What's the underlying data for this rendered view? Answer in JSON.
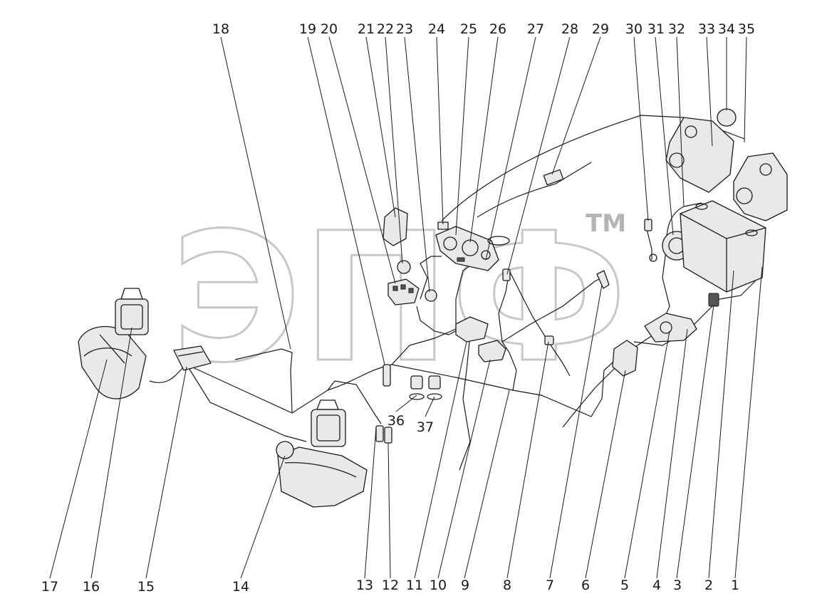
{
  "watermark": {
    "text": "ЭПФ",
    "trademark": "TM"
  },
  "callouts": [
    {
      "id": "1",
      "label": "1"
    },
    {
      "id": "2",
      "label": "2"
    },
    {
      "id": "3",
      "label": "3"
    },
    {
      "id": "4",
      "label": "4"
    },
    {
      "id": "5",
      "label": "5"
    },
    {
      "id": "6",
      "label": "6"
    },
    {
      "id": "7",
      "label": "7"
    },
    {
      "id": "8",
      "label": "8"
    },
    {
      "id": "9",
      "label": "9"
    },
    {
      "id": "10",
      "label": "10"
    },
    {
      "id": "11",
      "label": "11"
    },
    {
      "id": "12",
      "label": "12"
    },
    {
      "id": "13",
      "label": "13"
    },
    {
      "id": "14",
      "label": "14"
    },
    {
      "id": "15",
      "label": "15"
    },
    {
      "id": "16",
      "label": "16"
    },
    {
      "id": "17",
      "label": "17"
    },
    {
      "id": "18",
      "label": "18"
    },
    {
      "id": "19",
      "label": "19"
    },
    {
      "id": "20",
      "label": "20"
    },
    {
      "id": "21",
      "label": "21"
    },
    {
      "id": "22",
      "label": "22"
    },
    {
      "id": "23",
      "label": "23"
    },
    {
      "id": "24",
      "label": "24"
    },
    {
      "id": "25",
      "label": "25"
    },
    {
      "id": "26",
      "label": "26"
    },
    {
      "id": "27",
      "label": "27"
    },
    {
      "id": "28",
      "label": "28"
    },
    {
      "id": "29",
      "label": "29"
    },
    {
      "id": "30",
      "label": "30"
    },
    {
      "id": "31",
      "label": "31"
    },
    {
      "id": "32",
      "label": "32"
    },
    {
      "id": "33",
      "label": "33"
    },
    {
      "id": "34",
      "label": "34"
    },
    {
      "id": "35",
      "label": "35"
    },
    {
      "id": "36",
      "label": "36"
    },
    {
      "id": "37",
      "label": "37"
    }
  ]
}
